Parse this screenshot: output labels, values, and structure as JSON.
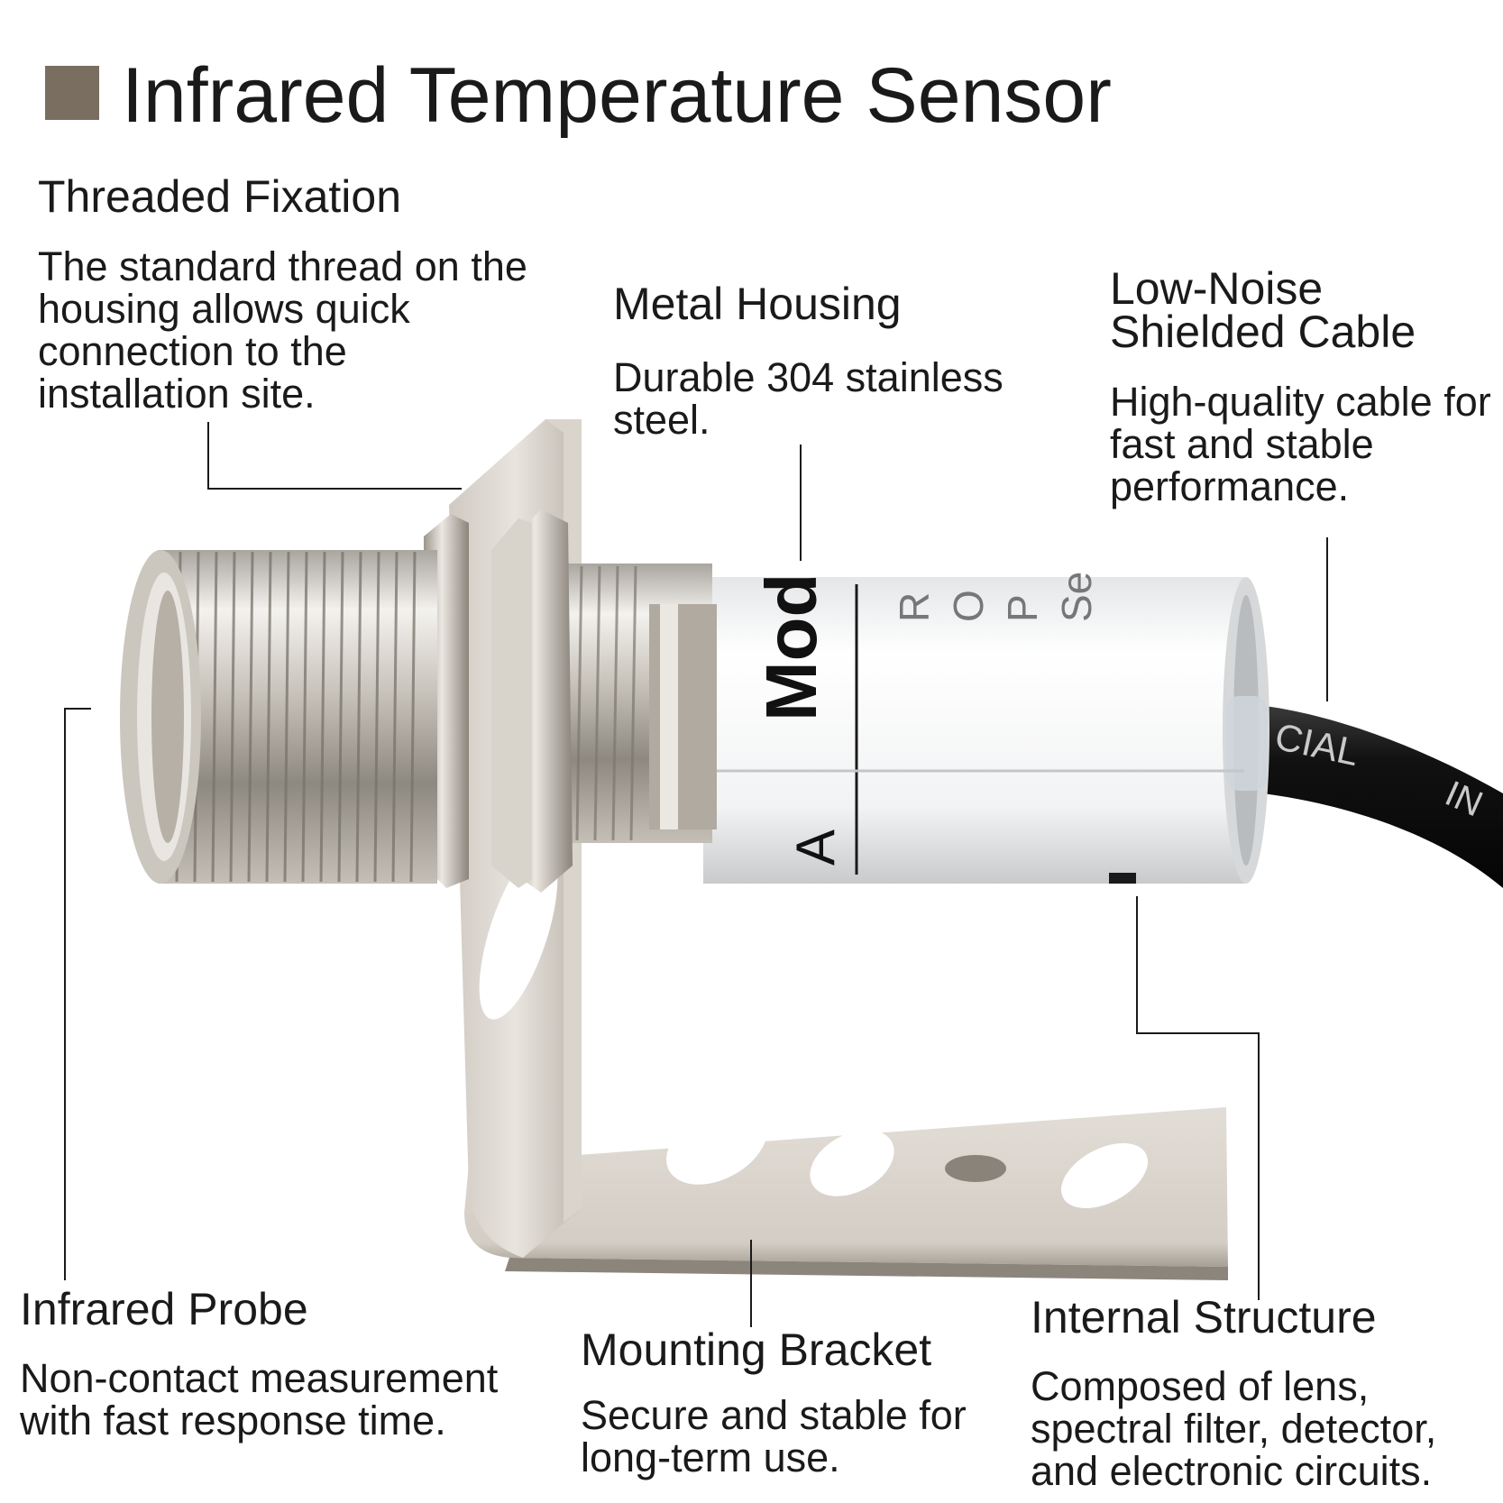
{
  "title": "Infrared Temperature Sensor",
  "accent_color": "#7a6e61",
  "callouts": {
    "threaded_fixation": {
      "heading": "Threaded Fixation",
      "description": "The standard thread on the housing allows quick connection to the installation site."
    },
    "metal_housing": {
      "heading": "Metal Housing",
      "description": "Durable 304 stainless steel."
    },
    "shielded_cable": {
      "heading_line1": "Low-Noise",
      "heading_line2": "Shielded Cable",
      "description": "High-quality cable for fast and stable performance."
    },
    "infrared_probe": {
      "heading": "Infrared Probe",
      "description": "Non-contact measurement with fast response time."
    },
    "mounting_bracket": {
      "heading": "Mounting Bracket",
      "description": "Secure and stable for long-term use."
    },
    "internal_structure": {
      "heading": "Internal Structure",
      "description": "Composed of lens, spectral filter, detector, and electronic circuits."
    }
  },
  "product_label": {
    "model_text": "Mod",
    "side_text": "A",
    "spec_lines": [
      "R",
      "O",
      "P",
      "Se"
    ],
    "cable_print_1": "CIAL",
    "cable_print_2": "IN"
  }
}
